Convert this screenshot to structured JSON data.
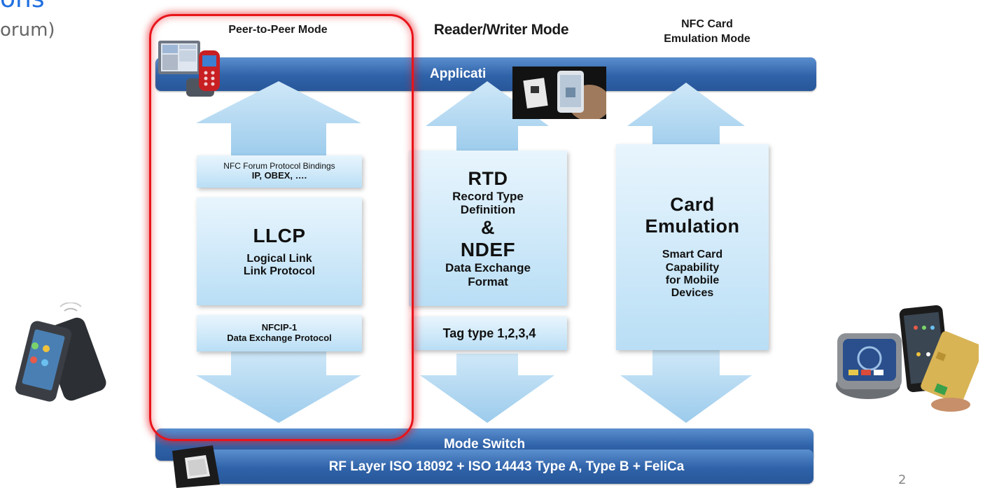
{
  "slide": {
    "title": "ons",
    "subtitle": "orum)",
    "page_number": "2"
  },
  "modes": {
    "peer_to_peer": "Peer-to-Peer Mode",
    "reader_writer": "Reader/Writer Mode",
    "card_emulation": [
      "NFC Card",
      "Emulation Mode"
    ]
  },
  "bars": {
    "applications": "Applicati",
    "mode_switch": "Mode Switch",
    "rf_layer": "RF Layer ISO 18092 + ISO 14443 Type A, Type B + FeliCa"
  },
  "p2p": {
    "bindings_title": "NFC Forum Protocol Bindings",
    "bindings_sub": "IP, OBEX, ….",
    "llcp_title": "LLCP",
    "llcp_line1": "Logical Link",
    "llcp_line2": "Link Protocol",
    "nfcip_title": "NFCIP-1",
    "nfcip_sub": "Data Exchange Protocol"
  },
  "rw": {
    "rtd": "RTD",
    "rtd_line1": "Record Type",
    "rtd_line2": "Definition",
    "amp": "&",
    "ndef": "NDEF",
    "ndef_line1": "Data Exchange",
    "ndef_line2": "Format",
    "tag_type": "Tag type 1,2,3,4"
  },
  "ce": {
    "title1": "Card",
    "title2": "Emulation",
    "line1": "Smart Card",
    "line2": "Capability",
    "line3": "for Mobile",
    "line4": "Devices"
  },
  "colors": {
    "title_blue": "#1f6fe0",
    "bar_blue": "#2f62a8",
    "arrow_light": "#b8dcf3",
    "highlight_red": "#e8141a"
  }
}
